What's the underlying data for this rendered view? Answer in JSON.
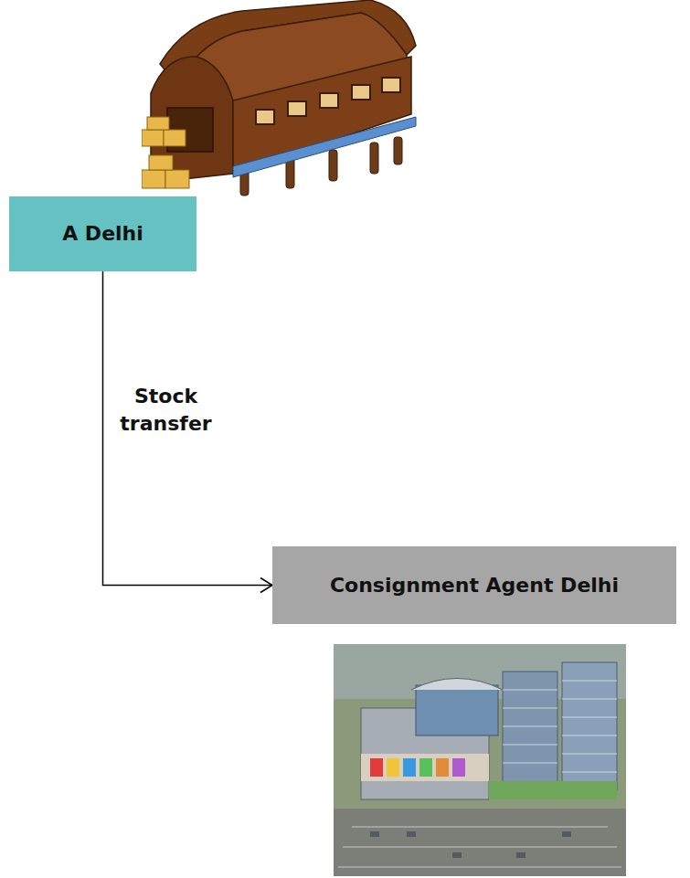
{
  "diagram": {
    "nodes": [
      {
        "text": [
          "A Delhi"
        ]
      },
      {
        "text": [
          "Consignment Agent Delhi"
        ]
      }
    ],
    "edges": [
      {
        "from": 0,
        "to": 1,
        "arrow": "to",
        "label": "Stock transfer"
      }
    ]
  }
}
